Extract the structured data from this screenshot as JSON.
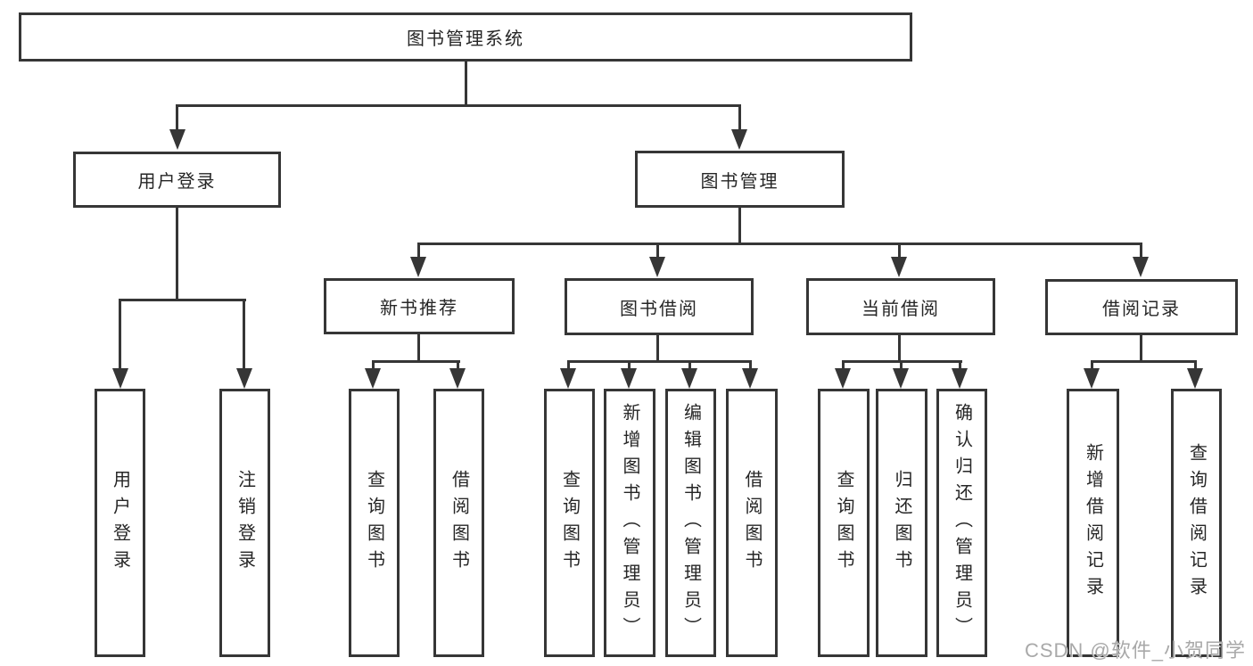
{
  "diagram": {
    "root": {
      "label": "图书管理系统"
    },
    "level2": {
      "user_login": "用户登录",
      "book_mgmt": "图书管理"
    },
    "level3": {
      "new_books": "新书推荐",
      "book_borrow": "图书借阅",
      "current_borrow": "当前借阅",
      "borrow_records": "借阅记录"
    },
    "leaves": [
      "用户登录",
      "注销登录",
      "查询图书",
      "借阅图书",
      "查询图书",
      "新增图书（管理员）",
      "编辑图书（管理员）",
      "借阅图书",
      "查询图书",
      "归还图书",
      "确认归还（管理员）",
      "新增借阅记录",
      "查询借阅记录"
    ]
  },
  "watermark": {
    "text": "CSDN @软件_小贺同学"
  },
  "colors": {
    "line": "#363636",
    "text": "#262626",
    "watermark": "#a9a9a9",
    "background": "#ffffff"
  }
}
